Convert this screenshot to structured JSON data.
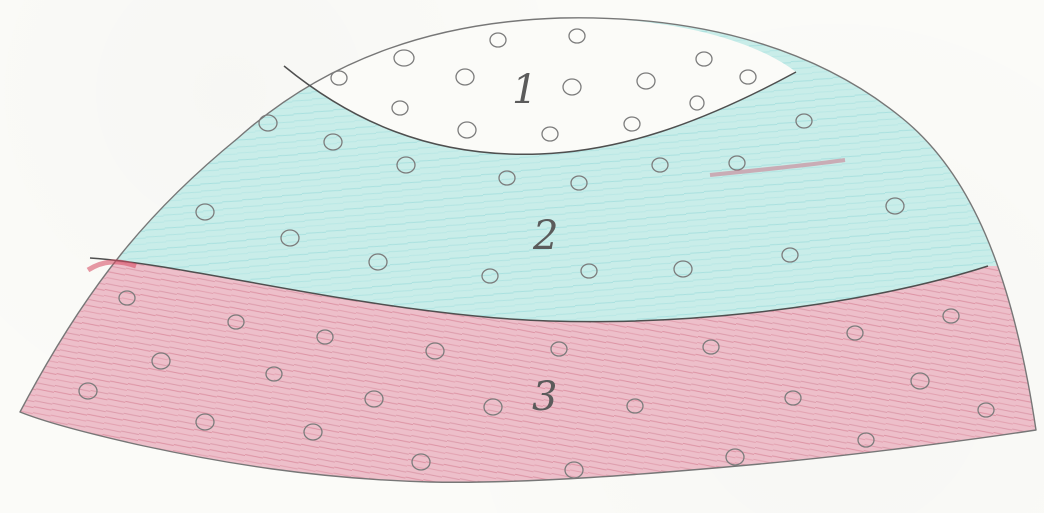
{
  "diagram": {
    "layers": [
      {
        "label": "1",
        "fill": "#fbfbf8"
      },
      {
        "label": "2",
        "fill": "#c9ede9"
      },
      {
        "label": "3",
        "fill": "#edbfca"
      }
    ],
    "colors": {
      "outline": "#777777",
      "divider": "#4f4f4f",
      "pencil_red": "#c95d75",
      "pencil_cyan": "#79cdd0"
    }
  }
}
